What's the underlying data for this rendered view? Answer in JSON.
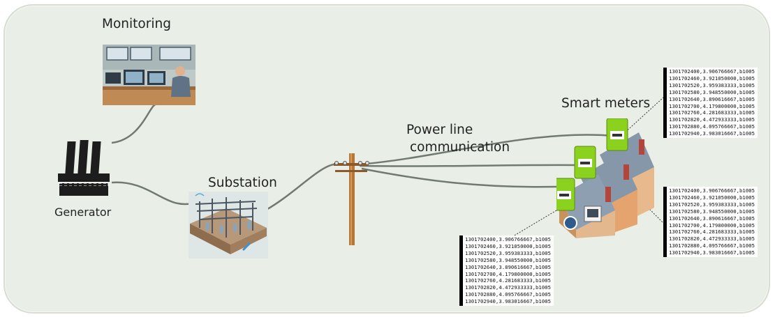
{
  "labels": {
    "monitoring": "Monitoring",
    "generator": "Generator",
    "substation": "Substation",
    "power_line": "Power line",
    "communication": "communication",
    "smart_meters": "Smart meters"
  },
  "meter_data": [
    "1301702400,3.906766667,b1005",
    "1301702460,3.921050000,b1005",
    "1301702520,3.959383333,b1005",
    "1301702580,3.948550000,b1005",
    "1301702640,3.890616667,b1005",
    "1301702700,4.179800000,b1005",
    "1301702760,4.281683333,b1005",
    "1301702820,4.472933333,b1005",
    "1301702880,4.095766667,b1005",
    "1301702940,3.983016667,b1005"
  ],
  "colors": {
    "background": "#e9efe6",
    "wire": "#707a70",
    "meter": "#8bd21e",
    "roof": "#8797aa",
    "pole": "#b5773a"
  }
}
